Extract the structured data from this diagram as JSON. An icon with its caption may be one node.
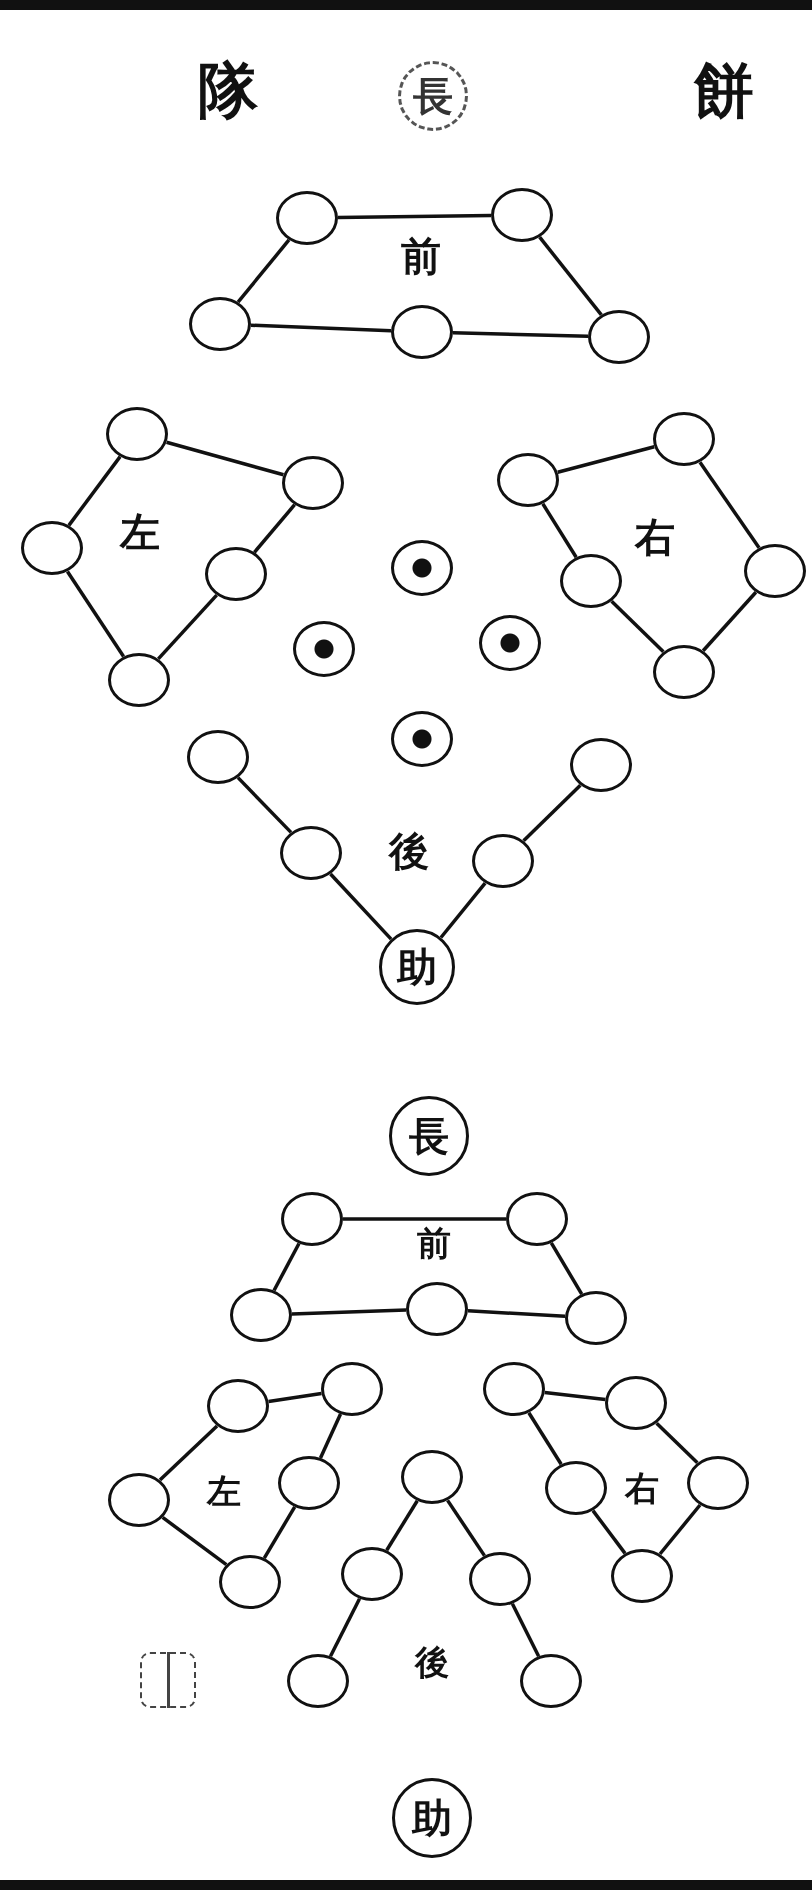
{
  "diagram": {
    "nodes": [
      {
        "text": [
          "長"
        ]
      },
      {
        "text": [],
        "shape": "circle"
      },
      {
        "text": [],
        "shape": "circle"
      },
      {
        "text": [],
        "shape": "circle"
      },
      {
        "text": [],
        "shape": "circle"
      },
      {
        "text": [],
        "shape": "circle"
      },
      {
        "text": [],
        "shape": "circle"
      },
      {
        "text": [],
        "shape": "circle"
      },
      {
        "text": [],
        "shape": "circle"
      },
      {
        "text": [],
        "shape": "circle"
      },
      {
        "text": [],
        "shape": "circle"
      },
      {
        "text": [],
        "shape": "circle"
      },
      {
        "text": [],
        "shape": "circle"
      },
      {
        "text": [],
        "shape": "circle"
      },
      {
        "text": [],
        "shape": "circle"
      },
      {
        "text": [],
        "shape": "circle"
      },
      {
        "text": [],
        "shape": "circle"
      },
      {
        "text": [],
        "shape": "circle"
      },
      {
        "text": [],
        "shape": "circle"
      },
      {
        "text": [],
        "shape": "circle"
      },
      {
        "text": [],
        "shape": "circle"
      },
      {
        "text": [],
        "shape": "circle"
      },
      {
        "text": [],
        "shape": "circle"
      },
      {
        "text": [],
        "shape": "circle"
      },
      {
        "text": [
          "助"
        ]
      },
      {
        "text": [
          "長"
        ]
      },
      {
        "text": [],
        "shape": "circle"
      },
      {
        "text": [],
        "shape": "circle"
      },
      {
        "text": [],
        "shape": "circle"
      },
      {
        "text": [],
        "shape": "circle"
      },
      {
        "text": [],
        "shape": "circle"
      },
      {
        "text": [],
        "shape": "circle"
      },
      {
        "text": [],
        "shape": "circle"
      },
      {
        "text": [],
        "shape": "circle"
      },
      {
        "text": [],
        "shape": "circle"
      },
      {
        "text": [],
        "shape": "circle"
      },
      {
        "text": [],
        "shape": "circle"
      },
      {
        "text": [],
        "shape": "circle"
      },
      {
        "text": [],
        "shape": "circle"
      },
      {
        "text": [],
        "shape": "circle"
      },
      {
        "text": [],
        "shape": "circle"
      },
      {
        "text": [],
        "shape": "circle"
      },
      {
        "text": [],
        "shape": "circle"
      },
      {
        "text": [],
        "shape": "circle"
      },
      {
        "text": [],
        "shape": "circle"
      },
      {
        "text": [],
        "shape": "circle"
      },
      {
        "text": [
          "助"
        ]
      }
    ],
    "edges": [
      {
        "from": 1,
        "to": 2,
        "arrow": "none"
      },
      {
        "from": 1,
        "to": 3,
        "arrow": "none"
      },
      {
        "from": 2,
        "to": 5,
        "arrow": "none"
      },
      {
        "from": 3,
        "to": 4,
        "arrow": "none"
      },
      {
        "from": 4,
        "to": 5,
        "arrow": "none"
      },
      {
        "from": 6,
        "to": 7,
        "arrow": "none"
      },
      {
        "from": 6,
        "to": 8,
        "arrow": "none"
      },
      {
        "from": 8,
        "to": 10,
        "arrow": "none"
      },
      {
        "from": 7,
        "to": 9,
        "arrow": "none"
      },
      {
        "from": 9,
        "to": 10,
        "arrow": "none"
      },
      {
        "from": 16,
        "to": 15,
        "arrow": "none"
      },
      {
        "from": 15,
        "to": 17,
        "arrow": "none"
      },
      {
        "from": 16,
        "to": 18,
        "arrow": "none"
      },
      {
        "from": 18,
        "to": 19,
        "arrow": "none"
      },
      {
        "from": 17,
        "to": 19,
        "arrow": "none"
      },
      {
        "from": 20,
        "to": 21,
        "arrow": "none"
      },
      {
        "from": 21,
        "to": 24,
        "arrow": "none"
      },
      {
        "from": 22,
        "to": 23,
        "arrow": "none"
      },
      {
        "from": 23,
        "to": 24,
        "arrow": "none"
      },
      {
        "from": 26,
        "to": 27,
        "arrow": "none"
      },
      {
        "from": 26,
        "to": 28,
        "arrow": "none"
      },
      {
        "from": 27,
        "to": 30,
        "arrow": "none"
      },
      {
        "from": 28,
        "to": 29,
        "arrow": "none"
      },
      {
        "from": 29,
        "to": 30,
        "arrow": "none"
      },
      {
        "from": 32,
        "to": 31,
        "arrow": "none"
      },
      {
        "from": 32,
        "to": 33,
        "arrow": "none"
      },
      {
        "from": 31,
        "to": 34,
        "arrow": "none"
      },
      {
        "from": 33,
        "to": 35,
        "arrow": "none"
      },
      {
        "from": 34,
        "to": 35,
        "arrow": "none"
      },
      {
        "from": 36,
        "to": 37,
        "arrow": "none"
      },
      {
        "from": 36,
        "to": 38,
        "arrow": "none"
      },
      {
        "from": 37,
        "to": 39,
        "arrow": "none"
      },
      {
        "from": 38,
        "to": 40,
        "arrow": "none"
      },
      {
        "from": 41,
        "to": 42,
        "arrow": "none"
      },
      {
        "from": 42,
        "to": 43,
        "arrow": "none"
      },
      {
        "from": 41,
        "to": 44,
        "arrow": "none"
      },
      {
        "from": 44,
        "to": 45,
        "arrow": "none"
      },
      {
        "from": 43,
        "to": 45,
        "arrow": "none"
      }
    ],
    "labels": [
      "隊",
      "餅",
      "前",
      "左",
      "右",
      "後",
      "前",
      "左",
      "右",
      "後"
    ]
  }
}
